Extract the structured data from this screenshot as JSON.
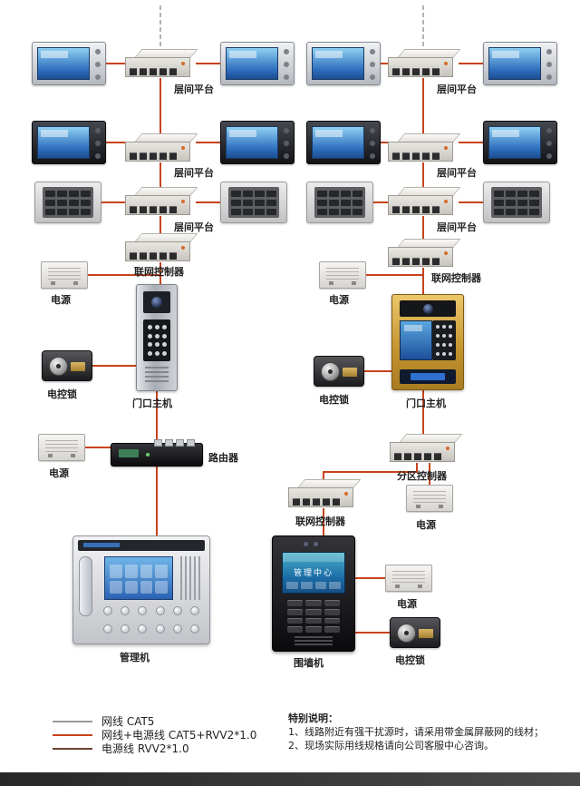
{
  "labels": {
    "floor_platform": "层间平台",
    "network_controller": "联网控制器",
    "power_supply": "电源",
    "electric_lock": "电控锁",
    "door_station": "门口主机",
    "router": "路由器",
    "zone_controller": "分区控制器",
    "management_machine": "管理机",
    "wall_machine": "围墙机"
  },
  "screens": {
    "wall_machine_screen": "管理中心"
  },
  "legend": {
    "items": [
      {
        "label": "网线 CAT5",
        "color": "#9a9a9a"
      },
      {
        "label": "网线+电源线 CAT5+RVV2*1.0",
        "color": "#c8431c"
      },
      {
        "label": "电源线 RVV2*1.0",
        "color": "#6e4436"
      }
    ]
  },
  "notes": {
    "title": "特别说明：",
    "line1": "1、线路附近有强干扰源时，请采用带金属屏蔽网的线材；",
    "line2": "2、现场实际用线规格请向公司客服中心咨询。"
  },
  "colors": {
    "cat5": "#9a9a9a",
    "cat5_power": "#c8431c",
    "power_line": "#6e4436"
  }
}
